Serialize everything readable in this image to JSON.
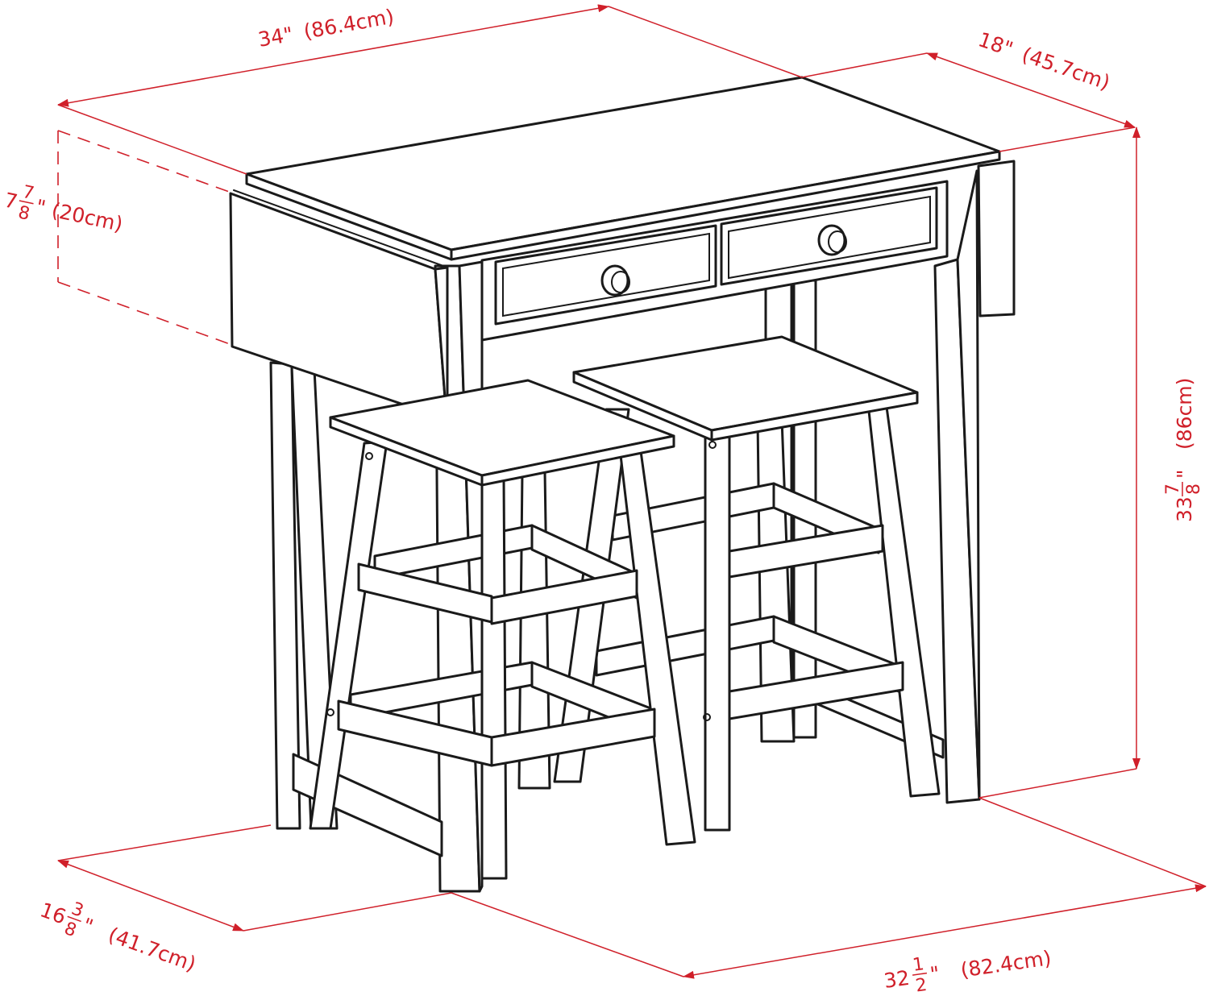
{
  "colors": {
    "dimension": "#d0202a",
    "outline": "#1a1a1a",
    "background": "#ffffff"
  },
  "dimensions": {
    "length": {
      "imperial": "34\"",
      "metric": "(86.4cm)"
    },
    "depth": {
      "imperial": "18\"",
      "metric": "(45.7cm)"
    },
    "drop_leaf": {
      "whole": "7",
      "num": "7",
      "den": "8",
      "unit": "\"",
      "metric": "(20cm)"
    },
    "height": {
      "whole": "33",
      "num": "7",
      "den": "8",
      "unit": "\"",
      "metric": "(86cm)"
    },
    "folded_depth": {
      "whole": "16",
      "num": "3",
      "den": "8",
      "unit": "\"",
      "metric": "(41.7cm)"
    },
    "folded_width": {
      "whole": "32",
      "num": "1",
      "den": "2",
      "unit": "\"",
      "metric": "(82.4cm)"
    }
  },
  "icons": {
    "table": "drop-leaf-table-icon",
    "stool": "bar-stool-icon"
  }
}
